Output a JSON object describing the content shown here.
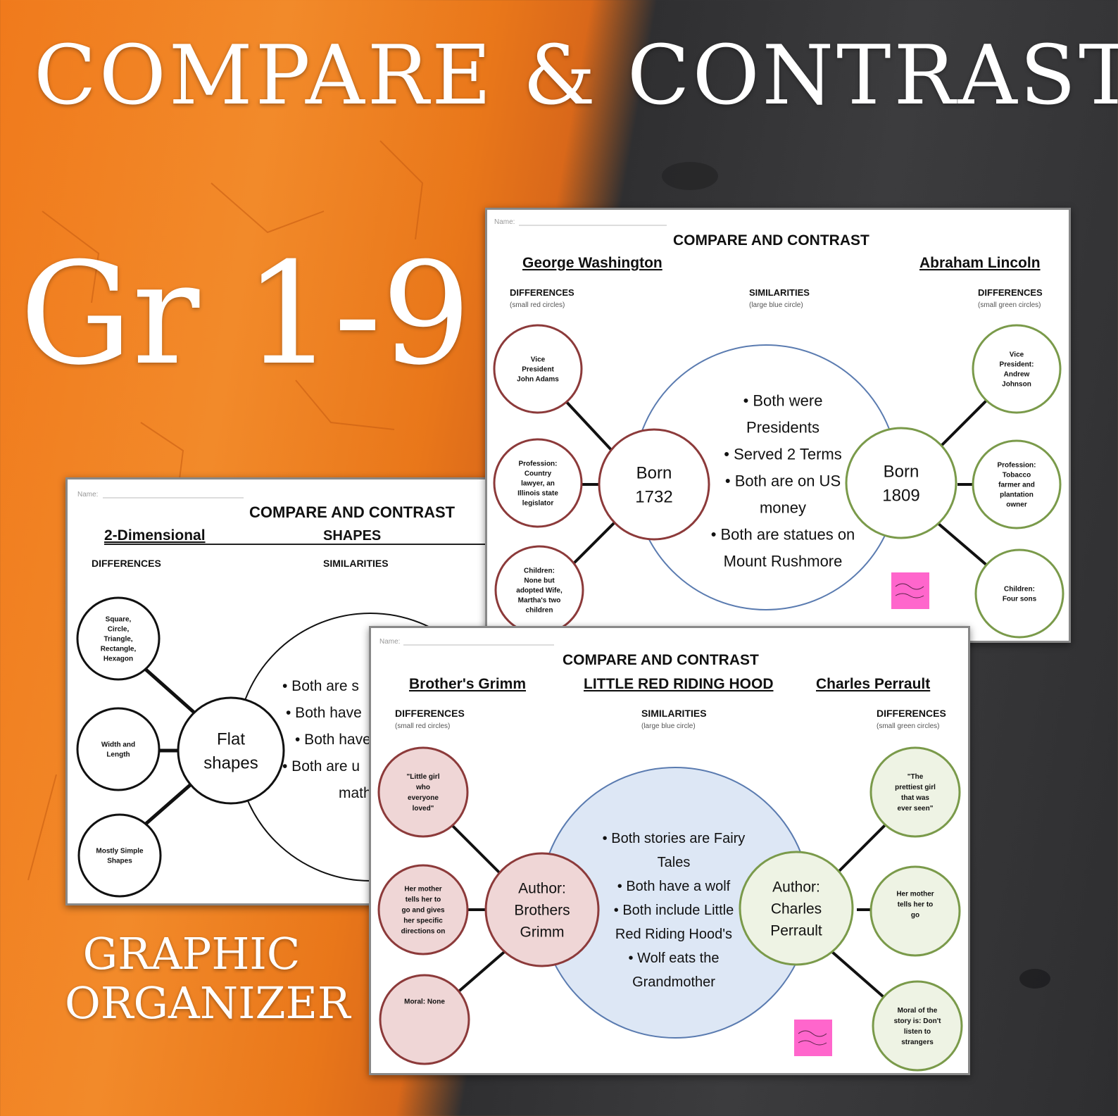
{
  "headline": "COMPARE & CONTRAST",
  "grade_label": "Gr 1-9",
  "subtitle": [
    "GRAPHIC",
    "ORGANIZER"
  ],
  "colors": {
    "orange": "#f07a1c",
    "dark": "#333335",
    "red_circle": "#8c3a3a",
    "green_circle": "#7a9a4a",
    "blue_circle": "#5a7bb0",
    "pink_fill": "#efd6d6",
    "green_fill": "#eef3e4",
    "blue_fill": "#dde7f5",
    "logo_pink": "#ff66cc"
  },
  "sheet_shapes": {
    "name_label": "Name:",
    "title": "COMPARE AND CONTRAST",
    "left_subject": "2-Dimensional",
    "topic": "SHAPES",
    "differences_label": "DIFFERENCES",
    "similarities_label": "SIMILARITIES",
    "left_circles": [
      [
        "Square,",
        "Circle,",
        "Triangle,",
        "Rectangle,",
        "Hexagon"
      ],
      [
        "Width and",
        "Length"
      ],
      [
        "Mostly Simple",
        "Shapes"
      ]
    ],
    "center_left": [
      "Flat",
      "shapes"
    ],
    "similarities": [
      "• Both are s",
      "• Both have",
      "• Both have",
      "• Both are u",
      "math"
    ]
  },
  "sheet_presidents": {
    "name_label": "Name:",
    "title": "COMPARE AND CONTRAST",
    "left_subject": "George Washington",
    "right_subject": "Abraham Lincoln",
    "differences_label": "DIFFERENCES",
    "left_note": "(small red circles)",
    "similarities_label": "SIMILARITIES",
    "center_note": "(large blue circle)",
    "right_note": "(small green circles)",
    "left_circles": [
      [
        "Vice",
        "President",
        "John Adams"
      ],
      [
        "Profession:",
        "Country",
        "lawyer, an",
        "Illinois state",
        "legislator"
      ],
      [
        "Children:",
        "None but",
        "adopted Wife,",
        "Martha's two",
        "children"
      ]
    ],
    "right_circles": [
      [
        "Vice",
        "President:",
        "Andrew",
        "Johnson"
      ],
      [
        "Profession:",
        "Tobacco",
        "farmer and",
        "plantation",
        "owner"
      ],
      [
        "Children:",
        "Four sons"
      ]
    ],
    "center_left": [
      "Born",
      "1732"
    ],
    "center_right": [
      "Born",
      "1809"
    ],
    "similarities": [
      "• Both were",
      "Presidents",
      "• Served 2 Terms",
      "• Both are on US",
      "money",
      "• Both are statues on",
      "Mount Rushmore"
    ]
  },
  "sheet_red_riding": {
    "name_label": "Name:",
    "title": "COMPARE AND CONTRAST",
    "left_subject": "Brother's Grimm",
    "topic": "LITTLE RED RIDING HOOD",
    "right_subject": "Charles Perrault",
    "differences_label": "DIFFERENCES",
    "left_note": "(small red circles)",
    "similarities_label": "SIMILARITIES",
    "center_note": "(large blue circle)",
    "right_note": "(small green circles)",
    "left_circles": [
      [
        "\"Little girl",
        "who",
        "everyone",
        "loved\""
      ],
      [
        "Her mother",
        "tells her to",
        "go and gives",
        "her specific",
        "directions on"
      ],
      [
        "Moral: None"
      ]
    ],
    "right_circles": [
      [
        "\"The",
        "prettiest girl",
        "that was",
        "ever seen\""
      ],
      [
        "Her mother",
        "tells her to",
        "go"
      ],
      [
        "Moral of the",
        "story is: Don't",
        "listen to",
        "strangers"
      ]
    ],
    "center_left": [
      "Author:",
      "Brothers",
      "Grimm"
    ],
    "center_right": [
      "Author:",
      "Charles",
      "Perrault"
    ],
    "similarities": [
      "• Both stories are Fairy",
      "Tales",
      "• Both have a wolf",
      "• Both include Little",
      "Red Riding Hood's",
      "• Wolf eats the",
      "Grandmother"
    ]
  }
}
